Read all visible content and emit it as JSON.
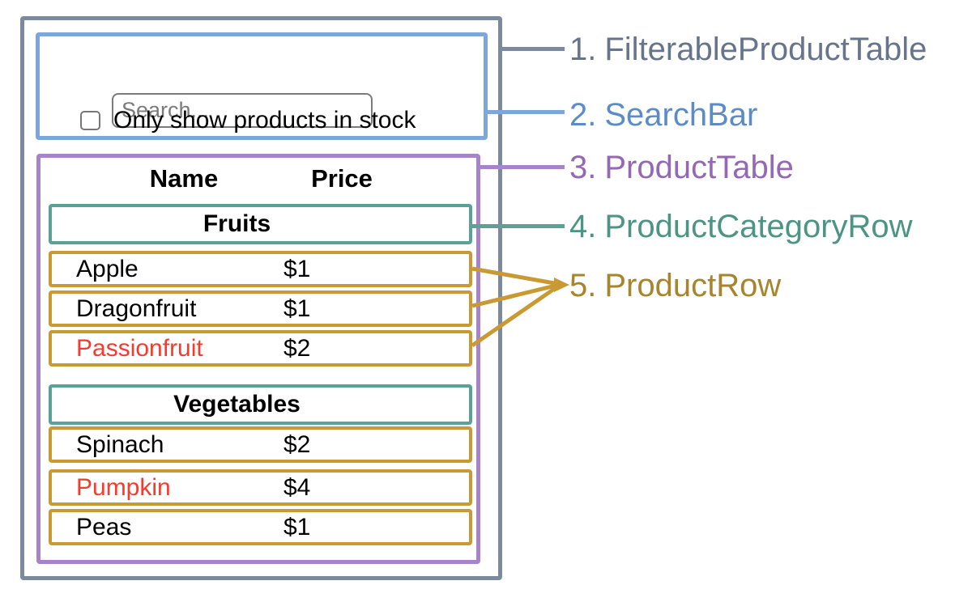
{
  "diagram": {
    "annotations": [
      {
        "number": "1.",
        "name": "FilterableProductTable"
      },
      {
        "number": "2.",
        "name": "SearchBar"
      },
      {
        "number": "3.",
        "name": "ProductTable"
      },
      {
        "number": "4.",
        "name": "ProductCategoryRow"
      },
      {
        "number": "5.",
        "name": "ProductRow"
      }
    ]
  },
  "search_bar": {
    "input_placeholder": "Search...",
    "checkbox_label": "Only show products in stock"
  },
  "product_table": {
    "header": {
      "name": "Name",
      "price": "Price"
    },
    "sections": [
      {
        "category": "Fruits",
        "rows": [
          {
            "name": "Apple",
            "price": "$1",
            "highlighted": false
          },
          {
            "name": "Dragonfruit",
            "price": "$1",
            "highlighted": false
          },
          {
            "name": "Passionfruit",
            "price": "$2",
            "highlighted": true
          }
        ]
      },
      {
        "category": "Vegetables",
        "rows": [
          {
            "name": "Spinach",
            "price": "$2",
            "highlighted": false
          },
          {
            "name": "Pumpkin",
            "price": "$4",
            "highlighted": true
          },
          {
            "name": "Peas",
            "price": "$1",
            "highlighted": false
          }
        ]
      }
    ]
  },
  "colors": {
    "filterable_product_table_border": "#7c8aa0",
    "search_bar_border": "#7ea6da",
    "product_table_border": "#a783c7",
    "product_category_row_border": "#5aa296",
    "product_row_border": "#c99a34",
    "label_1_text": "#66758c",
    "label_2_text": "#5b8cc8",
    "label_3_text": "#9468b3",
    "label_4_text": "#4e9484",
    "label_5_text": "#a8842c",
    "highlighted_product_text": "#f43b2e"
  }
}
